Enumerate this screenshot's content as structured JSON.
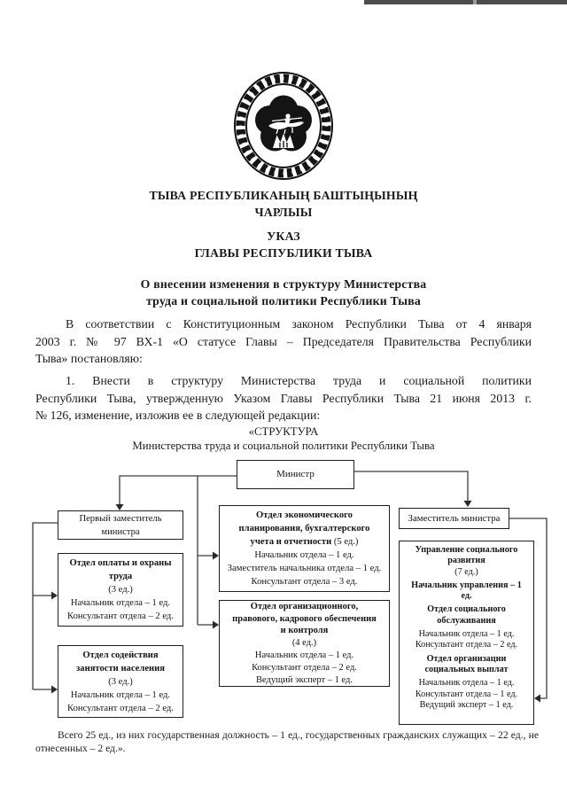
{
  "colors": {
    "ink": "#1b1b1b",
    "scan_bar": "#4d4d4d"
  },
  "header": {
    "emblem_name": "tyva-coat-of-arms",
    "title_tyvan": [
      "ТЫВА РЕСПУБЛИКАНЫҢ БАШТЫҢЫНЫҢ",
      "ЧАРЛЫЫ"
    ],
    "title_russian": [
      "УКАЗ",
      "ГЛАВЫ РЕСПУБЛИКИ ТЫВА"
    ],
    "subject": [
      "О внесении изменения в структуру Министерства",
      "труда и социальной политики Республики Тыва"
    ]
  },
  "body": {
    "paragraph1": [
      "В соответствии с Конституционным законом Республики Тыва от 4 января",
      "2003 г. № 97 ВХ-1 «О статусе Главы – Председателя Правительства Республики",
      "Тыва» постановляю:"
    ],
    "paragraph2": [
      "1. Внести в структуру Министерства труда и социальной политики",
      "Республики Тыва, утвержденную Указом Главы Республики Тыва 21 июня 2013 г.",
      "№ 126, изменение, изложив ее в следующей редакции:"
    ]
  },
  "structure": {
    "heading": [
      "«СТРУКТУРА",
      "Министерства труда и социальной политики Республики Тыва"
    ],
    "minister": "Министр",
    "first_deputy": [
      "Первый заместитель",
      "министра"
    ],
    "deputy": "Заместитель министра",
    "dept_pay": {
      "title": [
        "Отдел оплаты и охраны",
        "труда"
      ],
      "count": "(3 ед.)",
      "staff": [
        "Начальник отдела – 1 ед.",
        "Консультант отдела – 2 ед."
      ]
    },
    "dept_employment": {
      "title": [
        "Отдел содействия",
        "занятости населения"
      ],
      "count": "(3 ед.)",
      "staff": [
        "Начальник отдела – 1 ед.",
        "Консультант отдела – 2 ед."
      ]
    },
    "dept_econ": {
      "title": [
        "Отдел экономического",
        "планирования, бухгалтерского",
        "учета и отчетности"
      ],
      "count": "(5 ед.)",
      "staff": [
        "Начальник отдела – 1 ед.",
        "Заместитель начальника отдела – 1 ед.",
        "Консультант отдела – 3 ед."
      ]
    },
    "dept_org": {
      "title": [
        "Отдел организационного,",
        "правового, кадрового обеспечения",
        "и контроля"
      ],
      "count": "(4 ед.)",
      "staff": [
        "Начальник отдела – 1 ед.",
        "Консультант отдела – 2 ед.",
        "Ведущий эксперт – 1 ед."
      ]
    },
    "dept_social": {
      "title": [
        "Управление социального",
        "развития"
      ],
      "count": "(7 ед.)",
      "head": [
        "Начальник управления – 1",
        "ед."
      ],
      "sub1_title": [
        "Отдел социального",
        "обслуживания"
      ],
      "sub1_staff": [
        "Начальник отдела – 1 ед.",
        "Консультант отдела – 2 ед."
      ],
      "sub2_title": [
        "Отдел организации",
        "социальных выплат"
      ],
      "sub2_staff": [
        "Начальник отдела – 1 ед.",
        "Консультант отдела – 1 ед.",
        "Ведущий эксперт – 1 ед."
      ]
    }
  },
  "footer": {
    "total_note": [
      "Всего 25 ед., из них государственная должность – 1 ед., государственных гражданских служащих – 22 ед., не",
      "отнесенных – 2 ед.»."
    ]
  }
}
